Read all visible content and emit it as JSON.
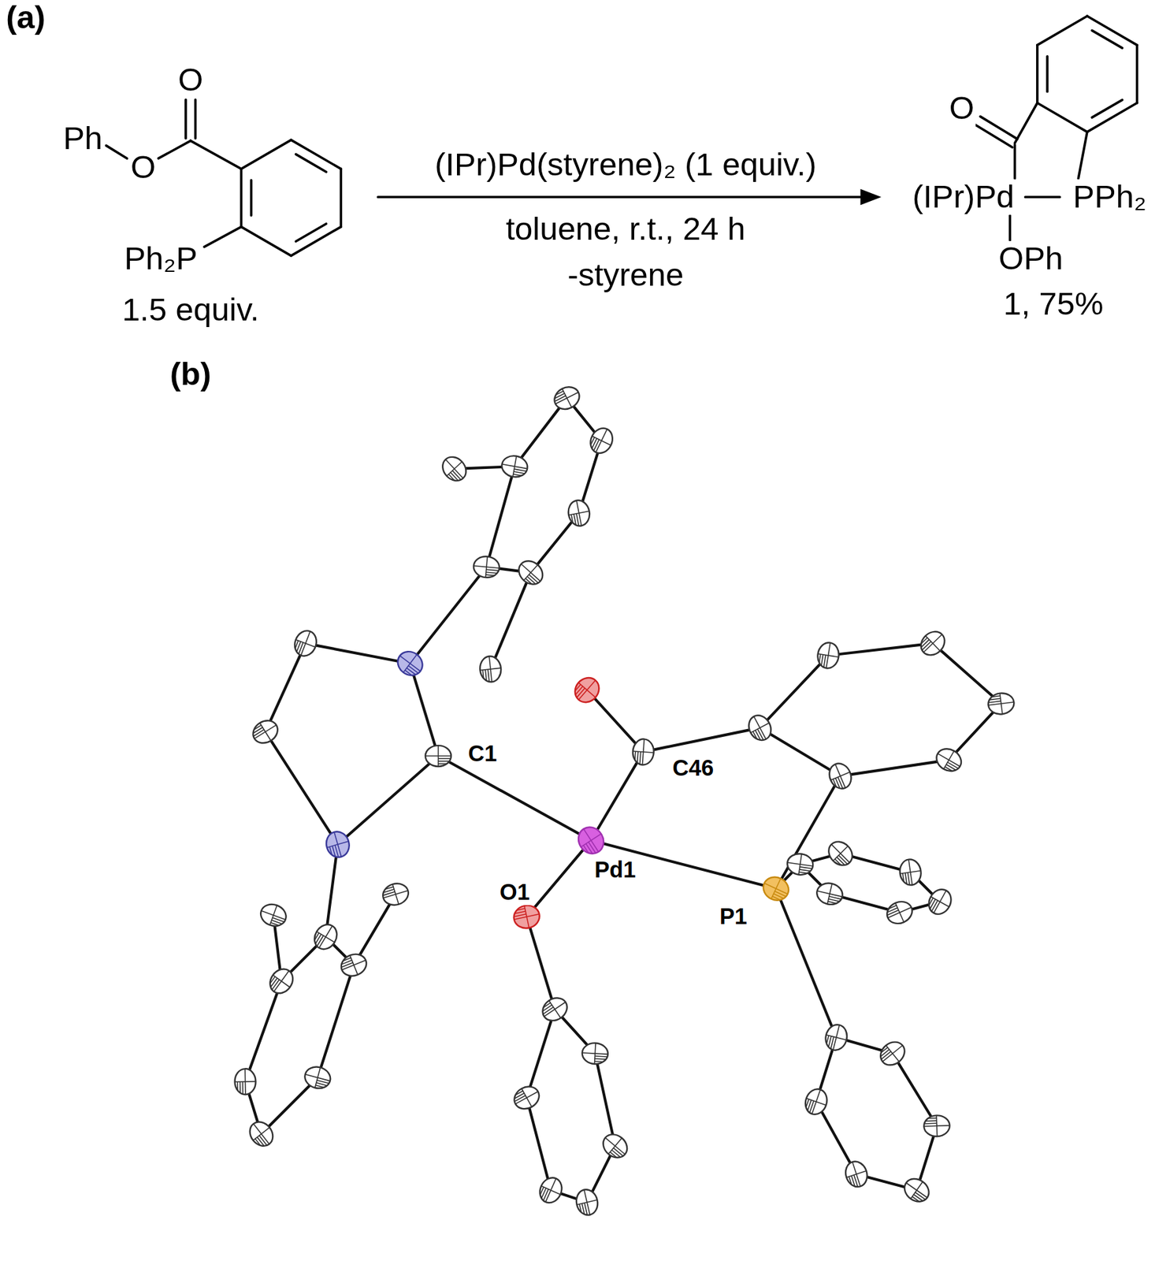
{
  "diagram": {
    "labels": [
      "(a)",
      "O",
      "Ph",
      "O",
      "Ph₂P",
      "1.5 equiv.",
      "(IPr)Pd(styrene)₂ (1 equiv.)",
      "toluene, r.t., 24 h",
      "-styrene",
      "O",
      "(IPr)Pd",
      "PPh₂",
      "OPh",
      "1, 75%",
      "(b)",
      "C1",
      "C46",
      "O1",
      "Pd1",
      "P1"
    ]
  }
}
